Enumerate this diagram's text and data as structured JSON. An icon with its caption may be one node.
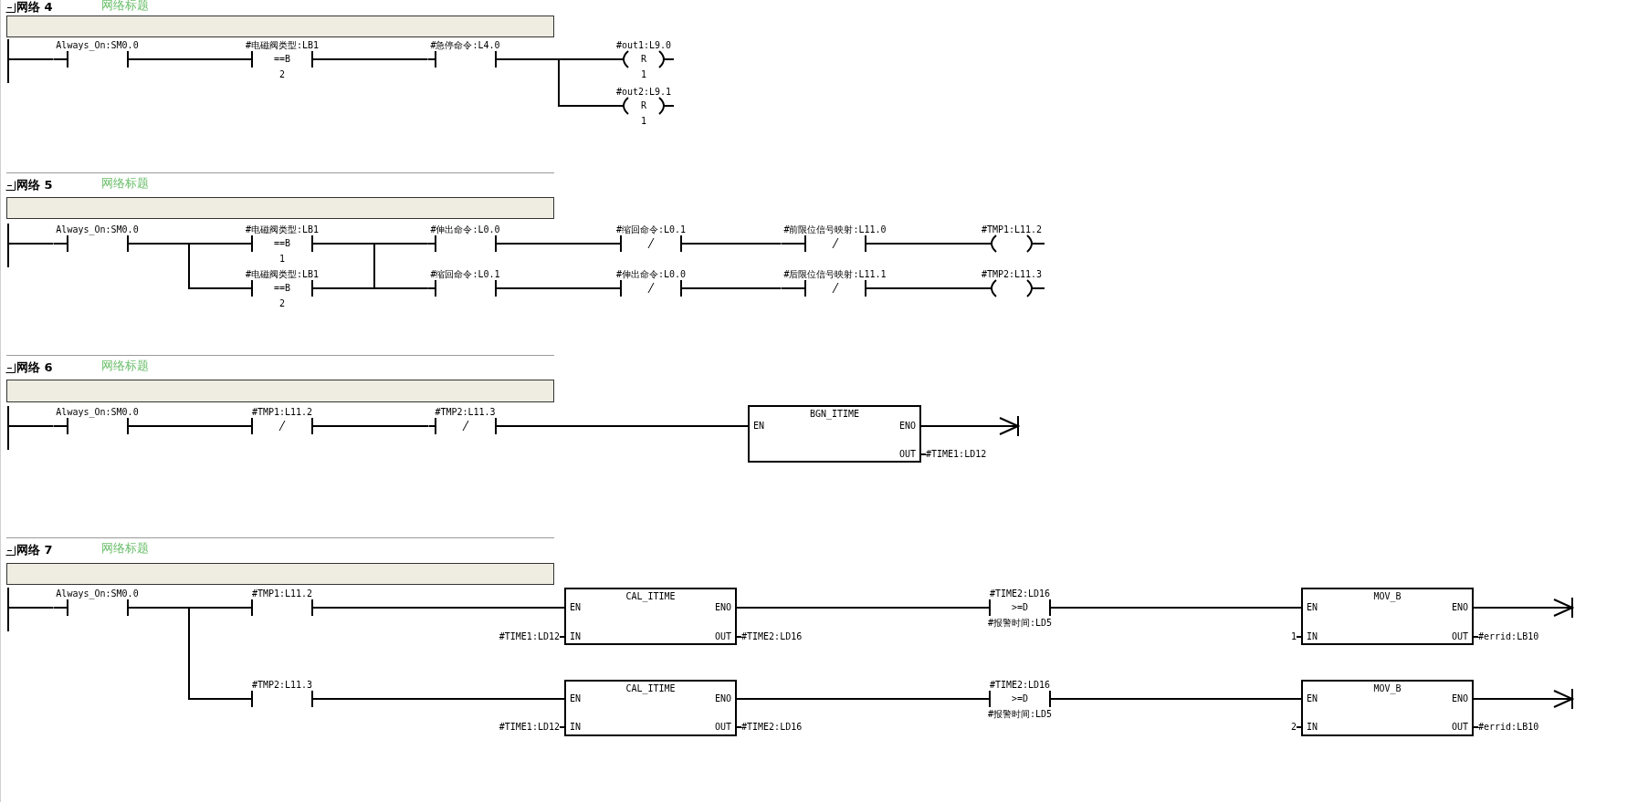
{
  "diagram": {
    "nodes": [
      {
        "text": [],
        "shape": "bar"
      },
      {
        "text": [
          "Always_On:SM0.0"
        ]
      },
      {
        "text": [
          "#电磁阀类型:LB1",
          "==B",
          "2"
        ]
      },
      {
        "text": [
          "#急停命令:L4.0"
        ]
      },
      {
        "text": [
          "#out1:L9.0",
          "R",
          "1"
        ]
      },
      {
        "text": [
          "#out2:L9.1",
          "R",
          "1"
        ]
      },
      {
        "text": [],
        "shape": "bar"
      },
      {
        "text": [
          "Always_On:SM0.0"
        ]
      },
      {
        "text": [
          "#电磁阀类型:LB1",
          "==B",
          "1"
        ]
      },
      {
        "text": [
          "#伸出命令:L0.0"
        ]
      },
      {
        "text": [
          "#缩回命令:L0.1"
        ]
      },
      {
        "text": [
          "#前限位信号映射:L11.0"
        ]
      },
      {
        "text": [
          "#TMP1:L11.2"
        ]
      },
      {
        "text": [
          "#电磁阀类型:LB1",
          "==B",
          "2"
        ]
      },
      {
        "text": [
          "#缩回命令:L0.1"
        ]
      },
      {
        "text": [
          "#伸出命令:L0.0"
        ]
      },
      {
        "text": [
          "#后限位信号映射:L11.1"
        ]
      },
      {
        "text": [
          "#TMP2:L11.3"
        ]
      },
      {
        "text": [],
        "shape": "bar"
      },
      {
        "text": [
          "Always_On:SM0.0"
        ]
      },
      {
        "text": [
          "#TMP1:L11.2"
        ]
      },
      {
        "text": [
          "#TMP2:L11.3"
        ]
      },
      {
        "text": [
          "BGN_ITIME",
          "EN",
          "ENO",
          "OUT"
        ],
        "beside": [
          "#TIME1:LD12"
        ]
      },
      {
        "text": [],
        "shape": "bar"
      },
      {
        "text": [
          "Always_On:SM0.0"
        ]
      },
      {
        "text": [
          "#TMP1:L11.2"
        ]
      },
      {
        "text": [
          "CAL_ITIME",
          "EN",
          "ENO",
          "IN",
          "OUT"
        ],
        "beside": [
          "#TIME1:LD12",
          "#TIME2:LD16"
        ]
      },
      {
        "text": [
          "#TIME2:LD16",
          ">=D",
          "#报警时间:LD5"
        ]
      },
      {
        "text": [
          "MOV_B",
          "EN",
          "ENO",
          "IN",
          "OUT"
        ],
        "beside": [
          "1",
          "#errid:LB10"
        ]
      },
      {
        "text": [
          "#TMP2:L11.3"
        ]
      },
      {
        "text": [
          "CAL_ITIME",
          "EN",
          "ENO",
          "IN",
          "OUT"
        ],
        "beside": [
          "#TIME1:LD12",
          "#TIME2:LD16"
        ]
      },
      {
        "text": [
          "#TIME2:LD16",
          ">=D",
          "#报警时间:LD5"
        ]
      },
      {
        "text": [
          "MOV_B",
          "EN",
          "ENO",
          "IN",
          "OUT"
        ],
        "beside": [
          "2",
          "#errid:LB10"
        ]
      },
      {
        "text": [],
        "shape": "box"
      },
      {
        "text": [],
        "shape": "box"
      },
      {
        "text": [],
        "shape": "box"
      },
      {
        "text": [],
        "shape": "box"
      }
    ],
    "edges": [
      {
        "from": 0,
        "to": 1,
        "arrow": "none"
      },
      {
        "from": 1,
        "to": 2,
        "arrow": "none"
      },
      {
        "from": 2,
        "to": 3,
        "arrow": "none"
      },
      {
        "from": 3,
        "to": 4,
        "arrow": "none"
      },
      {
        "from": 3,
        "to": 5,
        "arrow": "none"
      },
      {
        "from": 6,
        "to": 7,
        "arrow": "none"
      },
      {
        "from": 7,
        "to": 8,
        "arrow": "none"
      },
      {
        "from": 7,
        "to": 13,
        "arrow": "none"
      },
      {
        "from": 8,
        "to": 9,
        "arrow": "none"
      },
      {
        "from": 8,
        "to": 14,
        "arrow": "none"
      },
      {
        "from": 13,
        "to": 9,
        "arrow": "none"
      },
      {
        "from": 13,
        "to": 14,
        "arrow": "none"
      },
      {
        "from": 9,
        "to": 10,
        "arrow": "none"
      },
      {
        "from": 10,
        "to": 11,
        "arrow": "none"
      },
      {
        "from": 11,
        "to": 12,
        "arrow": "none"
      },
      {
        "from": 14,
        "to": 15,
        "arrow": "none"
      },
      {
        "from": 15,
        "to": 16,
        "arrow": "none"
      },
      {
        "from": 16,
        "to": 17,
        "arrow": "none"
      },
      {
        "from": 18,
        "to": 19,
        "arrow": "none"
      },
      {
        "from": 19,
        "to": 20,
        "arrow": "none"
      },
      {
        "from": 20,
        "to": 21,
        "arrow": "none"
      },
      {
        "from": 21,
        "to": 22,
        "arrow": "none"
      },
      {
        "from": 22,
        "to": null,
        "arrow": "to"
      },
      {
        "from": 23,
        "to": 24,
        "arrow": "none"
      },
      {
        "from": 24,
        "to": 25,
        "arrow": "none"
      },
      {
        "from": 24,
        "to": 29,
        "arrow": "none"
      },
      {
        "from": 25,
        "to": 26,
        "arrow": "none"
      },
      {
        "from": 26,
        "to": 27,
        "arrow": "none"
      },
      {
        "from": 27,
        "to": 28,
        "arrow": "none"
      },
      {
        "from": 28,
        "to": null,
        "arrow": "to"
      },
      {
        "from": 29,
        "to": 30,
        "arrow": "none"
      },
      {
        "from": 30,
        "to": 31,
        "arrow": "none"
      },
      {
        "from": 31,
        "to": 32,
        "arrow": "none"
      },
      {
        "from": 32,
        "to": null,
        "arrow": "to"
      }
    ],
    "labels": [
      "网络 4",
      "网络标题",
      "网络 5",
      "网络标题",
      "网络 6",
      "网络标题",
      "网络 7",
      "网络标题"
    ]
  }
}
